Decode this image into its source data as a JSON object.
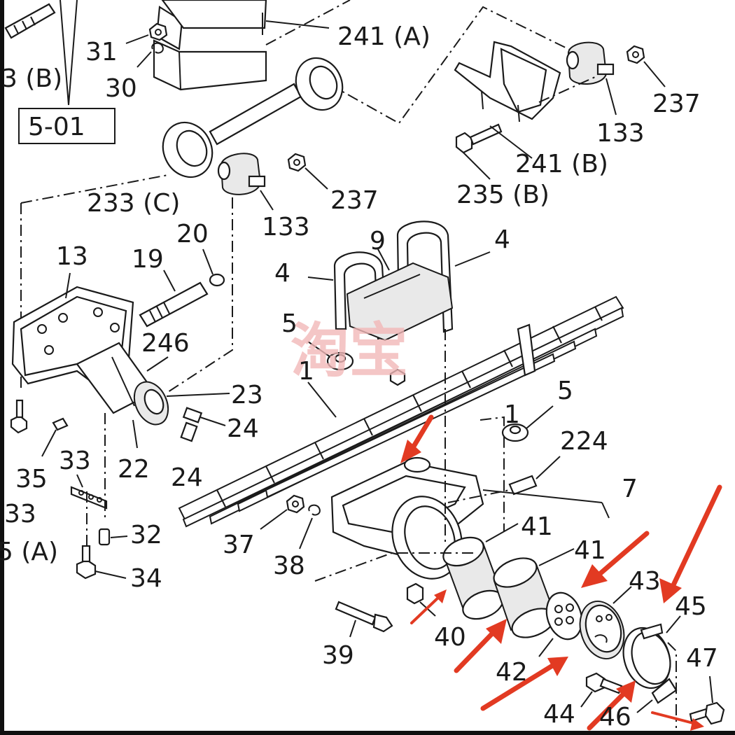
{
  "diagram": {
    "reference_box": "5-01",
    "watermark": "淘宝",
    "labels": {
      "l_241A": "241 (A)",
      "l_31": "31",
      "l_30": "30",
      "l_3B": "3 (B)",
      "l_237a": "237",
      "l_133a": "133",
      "l_241B": "241 (B)",
      "l_235B": "235 (B)",
      "l_233C": "233 (C)",
      "l_237b": "237",
      "l_133b": "133",
      "l_13": "13",
      "l_19": "19",
      "l_20": "20",
      "l_9": "9",
      "l_4a": "4",
      "l_4b": "4",
      "l_5a": "5",
      "l_246": "246",
      "l_1a": "1",
      "l_23": "23",
      "l_24a": "24",
      "l_24b": "24",
      "l_22": "22",
      "l_35": "35",
      "l_33a": "33",
      "l_33b": "33",
      "l_5A": "5 (A)",
      "l_32": "32",
      "l_34": "34",
      "l_5b": "5",
      "l_1b": "1",
      "l_224": "224",
      "l_7": "7",
      "l_41a": "41",
      "l_41b": "41",
      "l_37": "37",
      "l_38": "38",
      "l_43": "43",
      "l_45": "45",
      "l_40": "40",
      "l_39": "39",
      "l_42": "42",
      "l_47": "47",
      "l_44": "44",
      "l_46": "46"
    }
  },
  "colors": {
    "line": "#1a1a1a",
    "annotation_arrow": "#e23a22",
    "watermark": "#f2b8b8",
    "background": "#ffffff"
  }
}
